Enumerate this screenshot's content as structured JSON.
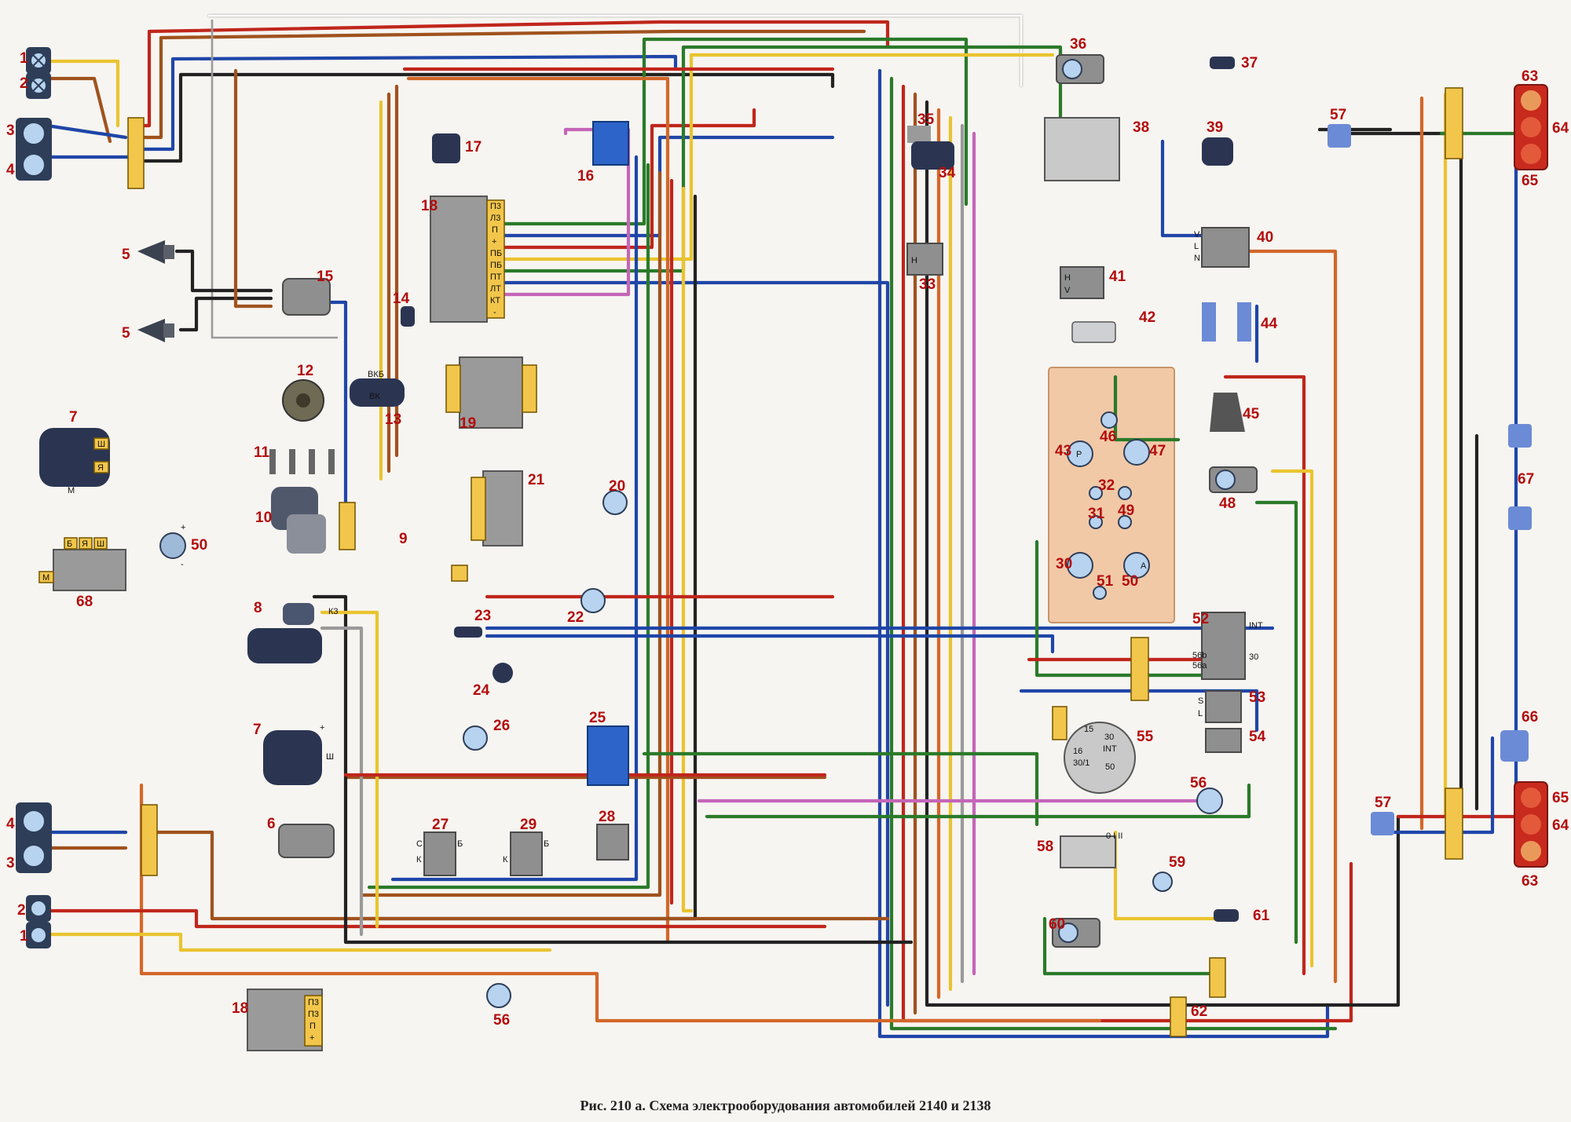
{
  "caption": "Рис. 210 а. Схема электрооборудования автомобилей 2140 и 2138",
  "colors": {
    "red": "#c0261c",
    "brown": "#a0521e",
    "orange": "#d3672a",
    "yellow": "#e9c42f",
    "blue": "#1f46a8",
    "green": "#2b7a2a",
    "black": "#222222",
    "gray": "#9a9a9a",
    "violet": "#c466b8",
    "white": "#ffffff",
    "panel_highlight": "#f2c9a7",
    "connector": "#f2c64b",
    "component": "#8f8f8f",
    "lamp_glass": "#b7d3f0",
    "rear_lamp_red": "#c92a1e",
    "number_label": "#b30d0d"
  },
  "components": {
    "n1a": "1",
    "n2a": "2",
    "n3a": "3",
    "n4a": "4",
    "n5a": "5",
    "n5b": "5",
    "n7a": "7",
    "n12": "12",
    "n13": "13",
    "n11": "11",
    "n10": "10",
    "n9": "9",
    "n68": "68",
    "n50a": "50",
    "n8": "8",
    "n7b": "7",
    "n6": "6",
    "n4b": "4",
    "n3b": "3",
    "n2b": "2",
    "n1b": "1",
    "n18a": "18",
    "n18b": "18",
    "n14": "14",
    "n15": "15",
    "n16": "16",
    "n17": "17",
    "n19": "19",
    "n20": "20",
    "n21": "21",
    "n22": "22",
    "n23": "23",
    "n24": "24",
    "n25": "25",
    "n26": "26",
    "n27": "27",
    "n28": "28",
    "n29": "29",
    "n56a": "56",
    "n56b": "56",
    "n33": "33",
    "n34": "34",
    "n35": "35",
    "n36": "36",
    "n37": "37",
    "n38": "38",
    "n39": "39",
    "n40": "40",
    "n41": "41",
    "n42": "42",
    "n43": "43",
    "n44": "44",
    "n45": "45",
    "n46": "46",
    "n47": "47",
    "n48": "48",
    "n49": "49",
    "n30": "30",
    "n31": "31",
    "n32": "32",
    "n50b": "50",
    "n51": "51",
    "n52": "52",
    "n53": "53",
    "n54": "54",
    "n55": "55",
    "n57a": "57",
    "n57b": "57",
    "n58": "58",
    "n59": "59",
    "n60": "60",
    "n61": "61",
    "n62": "62",
    "n63a": "63",
    "n63b": "63",
    "n64a": "64",
    "n64b": "64",
    "n65a": "65",
    "n65b": "65",
    "n66": "66",
    "n67": "67"
  },
  "pin_labels": {
    "gen_sh": "Ш",
    "gen_ya": "Я",
    "gen_m": "М",
    "gen_b": "Б",
    "gen_sh2": "Ш",
    "gen2_sh": "Ш",
    "gen2_plus": "+",
    "reg_m": "М",
    "plus": "+",
    "minus": "-",
    "vkb": "ВКБ",
    "vk": "ВК",
    "starter_k": "К3",
    "c18_p3a": "П3",
    "c18_l3": "Л3",
    "c18_p": "П",
    "c18_plus": "+",
    "c18_pb1": "ПБ",
    "c18_pb2": "ПБ",
    "c18_pt": "ПТ",
    "c18_lt": "ЛТ",
    "c18_kt": "КТ",
    "c18_minus": "-",
    "c18b_p3a": "П3",
    "c18b_p3b": "П3",
    "c18b_p": "П",
    "c18b_plus": "+",
    "c33_h": "H",
    "c41_h": "H",
    "c41_v": "V",
    "c40_v": "V",
    "c40_l": "L",
    "c40_n": "N",
    "c52_int": "INT",
    "c52_30": "30",
    "c52_56b": "56b",
    "c52_56a": "56a",
    "c53_s": "S",
    "c53_l": "L",
    "c55_15": "15",
    "c55_30": "30",
    "c55_int": "INT",
    "c55_16": "16",
    "c55_301": "30/1",
    "c55_50": "50",
    "c58_pos": "0 I II",
    "c27_c": "С",
    "c27_b": "Б",
    "c27_k": "К",
    "c29_k": "К",
    "c29_b": "Б",
    "c43_p": "P",
    "c50_a": "A"
  }
}
